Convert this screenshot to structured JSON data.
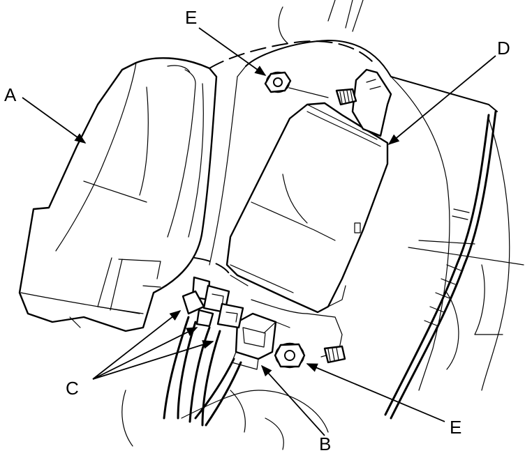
{
  "callouts": {
    "a": "A",
    "b": "B",
    "c": "C",
    "d": "D",
    "e_top": "E",
    "e_bottom": "E"
  }
}
